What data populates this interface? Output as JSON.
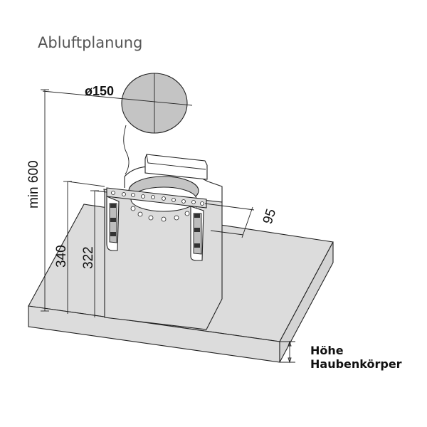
{
  "title": "Abluftplanung",
  "dimensions": {
    "duct_diameter": "ø150",
    "min_height": "min 600",
    "height_340": "340",
    "height_322": "322",
    "depth_95": "95"
  },
  "labels": {
    "hood_height_line1": "Höhe",
    "hood_height_line2": "Haubenkörper"
  },
  "colors": {
    "hood_fill": "#dcdcdc",
    "duct_fill": "#c4c4c4",
    "outline": "#222222",
    "title_text": "#555555"
  }
}
